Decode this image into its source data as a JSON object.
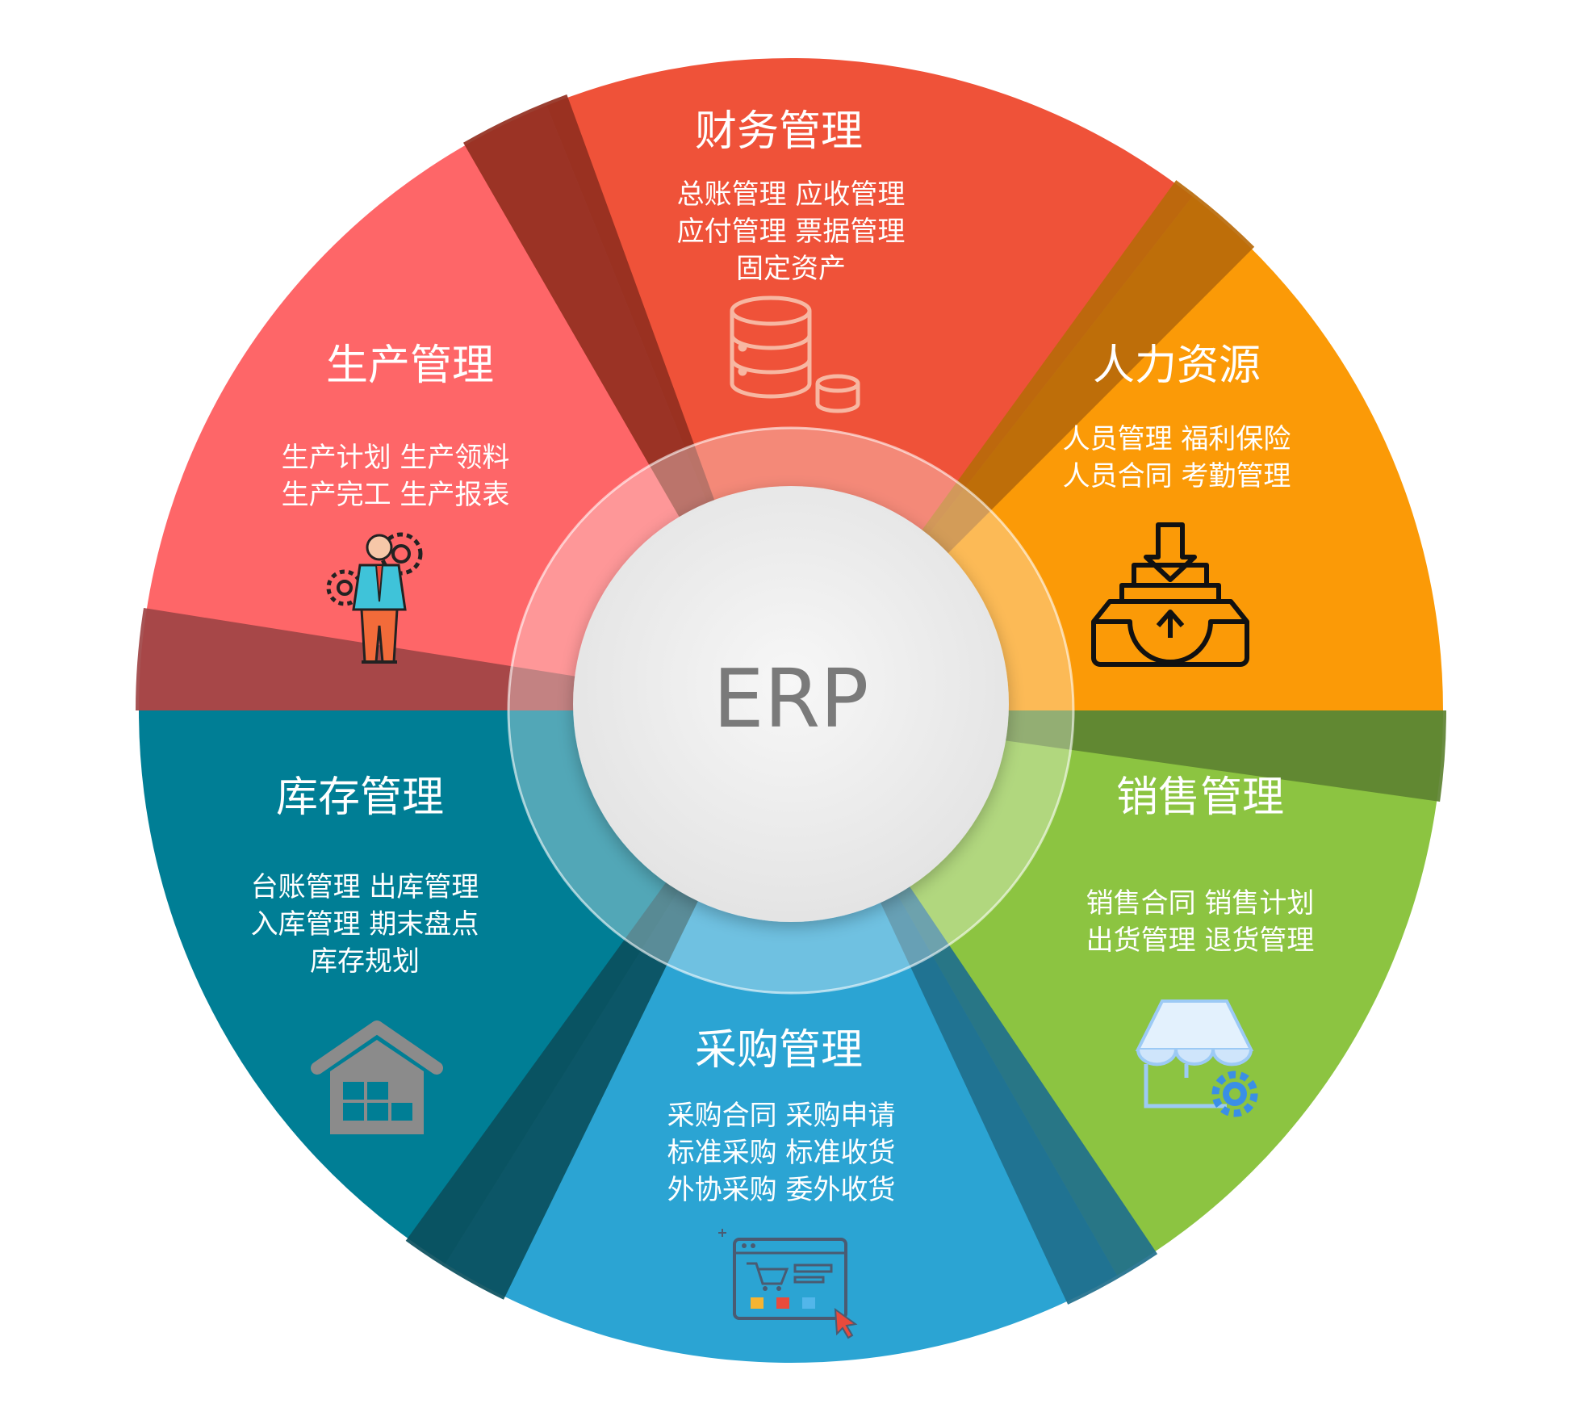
{
  "center": {
    "label": "ERP"
  },
  "modules": {
    "finance": {
      "title": "财务管理",
      "items": [
        "总账管理 应收管理",
        "应付管理 票据管理",
        "固定资产"
      ],
      "icon": "database-icon",
      "color": "#ef5239"
    },
    "hr": {
      "title": "人力资源",
      "items": [
        "人员管理 福利保险",
        "人员合同 考勤管理"
      ],
      "icon": "inbox-tray-icon",
      "color": "#fb9a07"
    },
    "sales": {
      "title": "销售管理",
      "items": [
        "销售合同 销售计划",
        "出货管理 退货管理"
      ],
      "icon": "storefront-gear-icon",
      "color": "#8cc441"
    },
    "purchase": {
      "title": "采购管理",
      "items": [
        "采购合同 采购申请",
        "标准采购 标准收货",
        "外协采购 委外收货"
      ],
      "icon": "shopping-web-icon",
      "color": "#2ba4d3"
    },
    "inventory": {
      "title": "库存管理",
      "items": [
        "台账管理  出库管理",
        "入库管理 期末盘点",
        "库存规划"
      ],
      "icon": "warehouse-icon",
      "color": "#007e95"
    },
    "production": {
      "title": "生产管理",
      "items": [
        "生产计划 生产领料",
        "生产完工 生产报表"
      ],
      "icon": "worker-gears-icon",
      "color": "#fe6668"
    }
  }
}
